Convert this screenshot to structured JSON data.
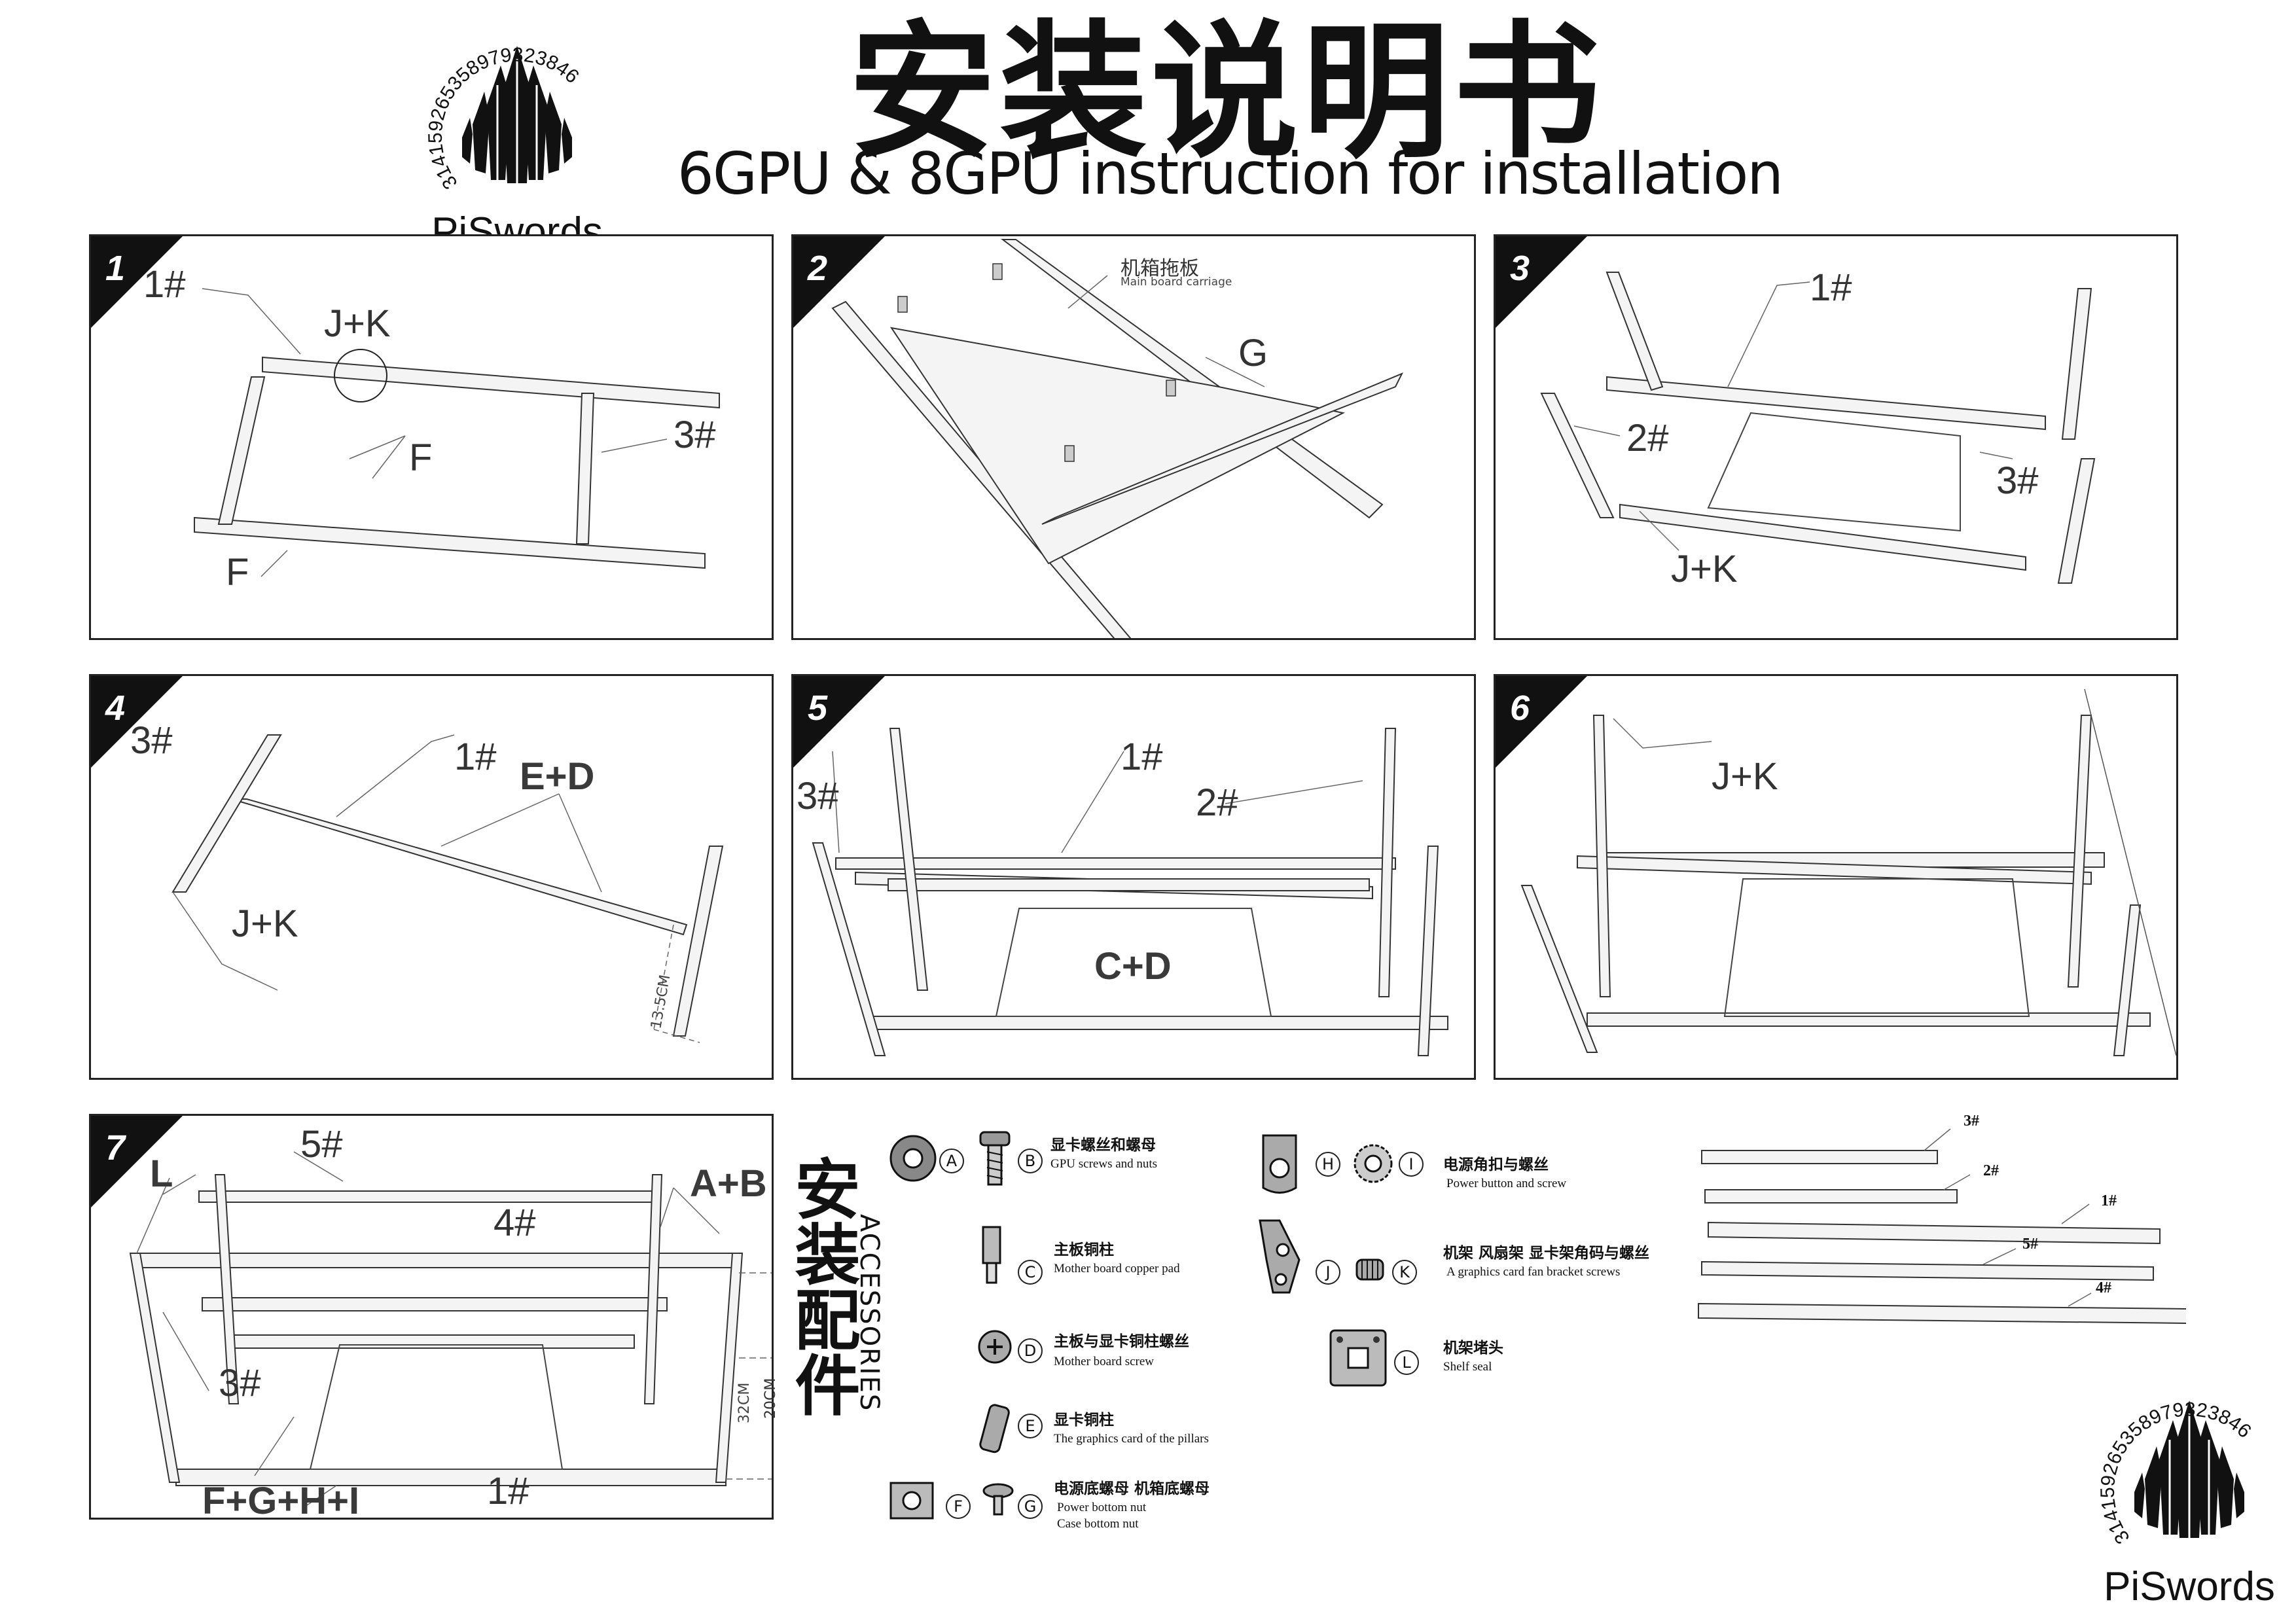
{
  "header": {
    "title_cn": "安装说明书",
    "title_en": "6GPU & 8GPU instruction for installation",
    "logo_text": "PiSwords",
    "logo_digits": "314159265358979323846"
  },
  "steps": [
    {
      "num": "1",
      "labels": {
        "a": "1#",
        "b": "J+K",
        "c": "F",
        "d": "3#",
        "e": "F"
      }
    },
    {
      "num": "2",
      "labels": {
        "cn": "机箱拖板",
        "en": "Main board carriage",
        "g": "G"
      }
    },
    {
      "num": "3",
      "labels": {
        "a": "1#",
        "b": "2#",
        "c": "3#",
        "d": "J+K"
      }
    },
    {
      "num": "4",
      "labels": {
        "a": "3#",
        "b": "1#",
        "c": "E+D",
        "d": "J+K",
        "dim": "13.5CM"
      }
    },
    {
      "num": "5",
      "labels": {
        "a": "3#",
        "b": "1#",
        "c": "2#",
        "d": "C+D"
      }
    },
    {
      "num": "6",
      "labels": {
        "a": "J+K"
      }
    },
    {
      "num": "7",
      "labels": {
        "a": "L",
        "b": "5#",
        "c": "4#",
        "d": "A+B",
        "e": "3#",
        "f": "F+G+H+I",
        "g": "1#",
        "dim1": "32CM",
        "dim2": "20CM"
      }
    }
  ],
  "accessories": {
    "title_cn": "安装配件",
    "title_en": "ACCESSORIES",
    "items": [
      {
        "letters": [
          "A",
          "B"
        ],
        "cn": "显卡螺丝和螺母",
        "en": "GPU screws and nuts",
        "icons": [
          "nut-icon",
          "screw-icon"
        ]
      },
      {
        "letters": [
          "C"
        ],
        "cn": "主板铜柱",
        "en": "Mother board copper pad",
        "icons": [
          "standoff-icon"
        ]
      },
      {
        "letters": [
          "D"
        ],
        "cn": "主板与显卡铜柱螺丝",
        "en": "Mother board screw",
        "icons": [
          "screw-icon"
        ]
      },
      {
        "letters": [
          "E"
        ],
        "cn": "显卡铜柱",
        "en": "The graphics card of the pillars",
        "icons": [
          "pillar-icon"
        ]
      },
      {
        "letters": [
          "F",
          "G"
        ],
        "cn": "电源底螺母 机箱底螺母",
        "en": "Power bottom nut",
        "en2": "Case bottom nut",
        "icons": [
          "square-nut-icon",
          "screw-icon"
        ]
      },
      {
        "letters": [
          "H",
          "I"
        ],
        "cn": "电源角扣与螺丝",
        "en": "Power button and screw",
        "icons": [
          "corner-clip-icon",
          "gear-nut-icon"
        ]
      },
      {
        "letters": [
          "J",
          "K"
        ],
        "cn": "机架 风扇架 显卡架角码与螺丝",
        "en": "A graphics card fan bracket screws",
        "icons": [
          "corner-bracket-icon",
          "set-screw-icon"
        ]
      },
      {
        "letters": [
          "L"
        ],
        "cn": "机架堵头",
        "en": "Shelf seal",
        "icons": [
          "end-cap-icon"
        ]
      }
    ],
    "rails": [
      "3#",
      "2#",
      "1#",
      "5#",
      "4#"
    ]
  },
  "colors": {
    "ink": "#111111",
    "panel_border": "#222222",
    "label": "#333333",
    "background": "#ffffff"
  }
}
